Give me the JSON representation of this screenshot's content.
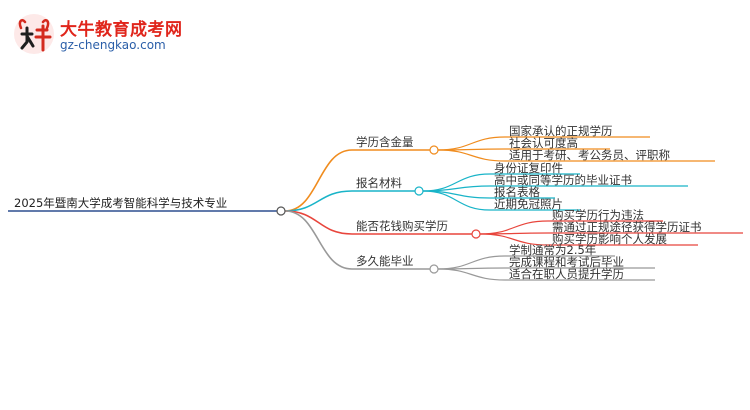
{
  "logo": {
    "name": "大牛教育成考网",
    "url": "gz-chengkao.com"
  },
  "mindmap": {
    "root": "2025年暨南大学成考智能科学与技术专业",
    "branches": [
      {
        "label": "学历含金量",
        "color": "#f08c1e",
        "children": [
          "国家承认的正规学历",
          "社会认可度高",
          "适用于考研、考公务员、评职称"
        ]
      },
      {
        "label": "报名材料",
        "color": "#19b4c8",
        "children": [
          "身份证复印件",
          "高中或同等学历的毕业证书",
          "报名表格",
          "近期免冠照片"
        ]
      },
      {
        "label": "能否花钱购买学历",
        "color": "#e8453c",
        "children": [
          "购买学历行为违法",
          "需通过正规途径获得学历证书",
          "购买学历影响个人发展"
        ]
      },
      {
        "label": "多久能毕业",
        "color": "#999999",
        "children": [
          "学制通常为2.5年",
          "完成课程和考试后毕业",
          "适合在职人员提升学历"
        ]
      }
    ]
  }
}
